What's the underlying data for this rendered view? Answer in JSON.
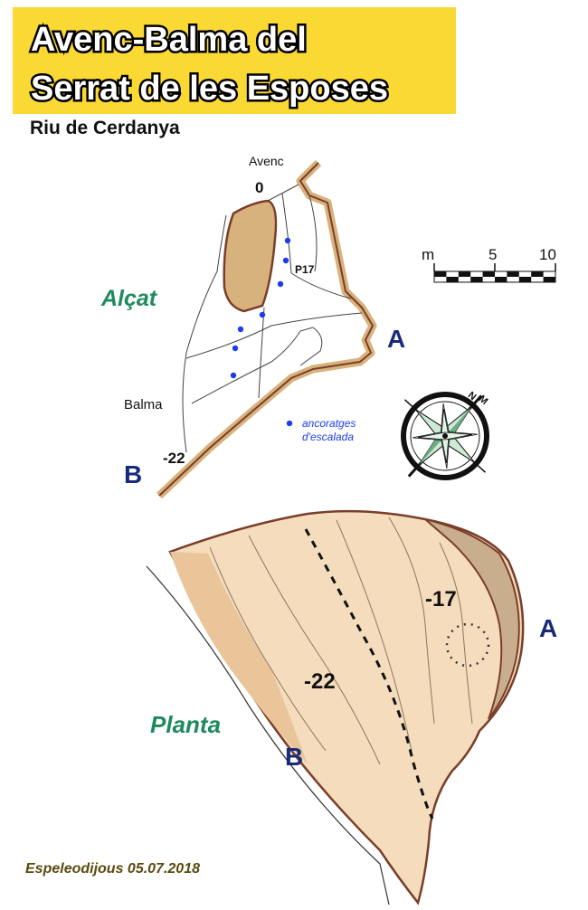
{
  "title": {
    "line1": "Avenc-Balma del",
    "line2": "Serrat de les Esposes"
  },
  "subtitle": "Riu de Cerdanya",
  "footer": "Espeleodijous 05.07.2018",
  "elevation": {
    "view_label": "Alçat",
    "entrance_label": "Avenc",
    "depth_top": "0",
    "pitch_label": "P17",
    "shelter_label": "Balma",
    "depth_bottom": "-22",
    "point_a": "A",
    "point_b": "B"
  },
  "scale": {
    "unit": "m",
    "tick_5": "5",
    "tick_10": "10"
  },
  "compass": {
    "north_label": "N",
    "magnetic_label": "M"
  },
  "legend": {
    "line1": "ancoratges",
    "line2": "d'escalada"
  },
  "plan": {
    "view_label": "Planta",
    "depth_a": "-17",
    "depth_b": "-22",
    "point_a": "A",
    "point_b": "B"
  },
  "colors": {
    "title_bg": "#fbd934",
    "rock_fill": "#d8b27c",
    "wall_stroke": "#7a3e2a",
    "floor_fill": "#f4dcbc",
    "label_navy": "#1a2a7a",
    "label_green": "#1f8a5e",
    "anchor_blue": "#1d3cf0"
  }
}
